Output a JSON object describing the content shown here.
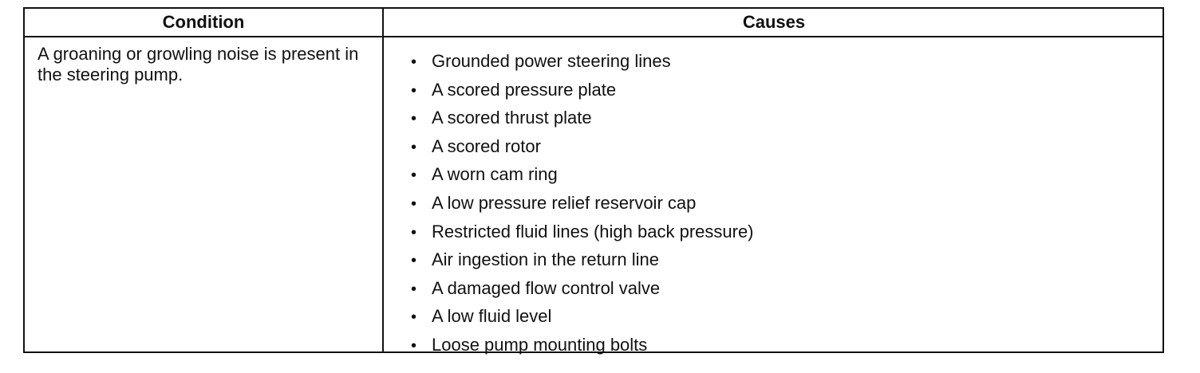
{
  "table": {
    "headers": {
      "condition": "Condition",
      "causes": "Causes"
    },
    "rows": [
      {
        "condition": "A groaning or growling noise is present in the steering pump.",
        "causes": [
          "Grounded power steering lines",
          "A scored pressure plate",
          "A scored thrust plate",
          "A scored rotor",
          "A worn cam ring",
          "A low pressure relief reservoir cap",
          "Restricted fluid lines (high back pressure)",
          "Air ingestion in the return line",
          "A damaged flow control valve",
          "A low fluid level",
          "Loose pump mounting bolts"
        ]
      }
    ]
  }
}
